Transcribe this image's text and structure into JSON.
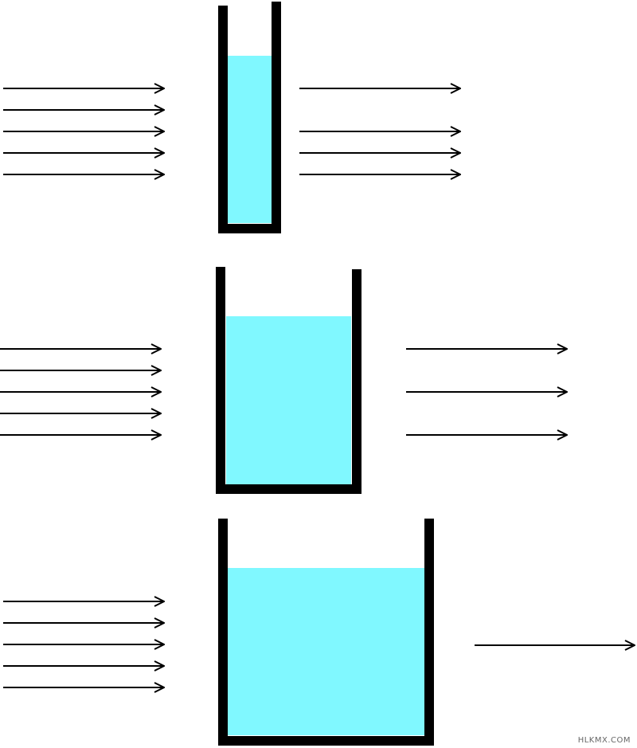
{
  "watermark": "HLKMX.COM",
  "colors": {
    "water": "#80F8FF",
    "wall": "#000000",
    "arrow": "#000000",
    "background": "#FFFFFF"
  },
  "panels": [
    {
      "name": "narrow",
      "fill_level": 0.8,
      "incoming_arrows": 5,
      "outgoing_arrows": 4,
      "outgoing_gap_index": 1
    },
    {
      "name": "medium",
      "fill_level": 0.77,
      "incoming_arrows": 5,
      "outgoing_arrows": 3
    },
    {
      "name": "wide",
      "fill_level": 0.78,
      "incoming_arrows": 5,
      "outgoing_arrows": 1
    }
  ]
}
